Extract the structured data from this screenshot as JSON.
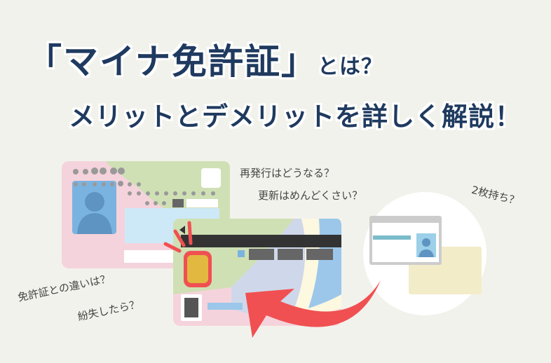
{
  "title": {
    "main": "「マイナ免許証」",
    "suffix": "とは？",
    "subtitle": "メリットとデメリットを詳しく解説！"
  },
  "questions": {
    "reissue": "再発行はどうなる？",
    "renewal": "更新はめんどくさい？",
    "two_cards": "2枚持ち？",
    "difference": "免許証との違いは？",
    "lost": "紛失したら？"
  },
  "colors": {
    "title": "#1f3a5f",
    "arrow": "#f05052",
    "background": "#f2f2ec"
  }
}
